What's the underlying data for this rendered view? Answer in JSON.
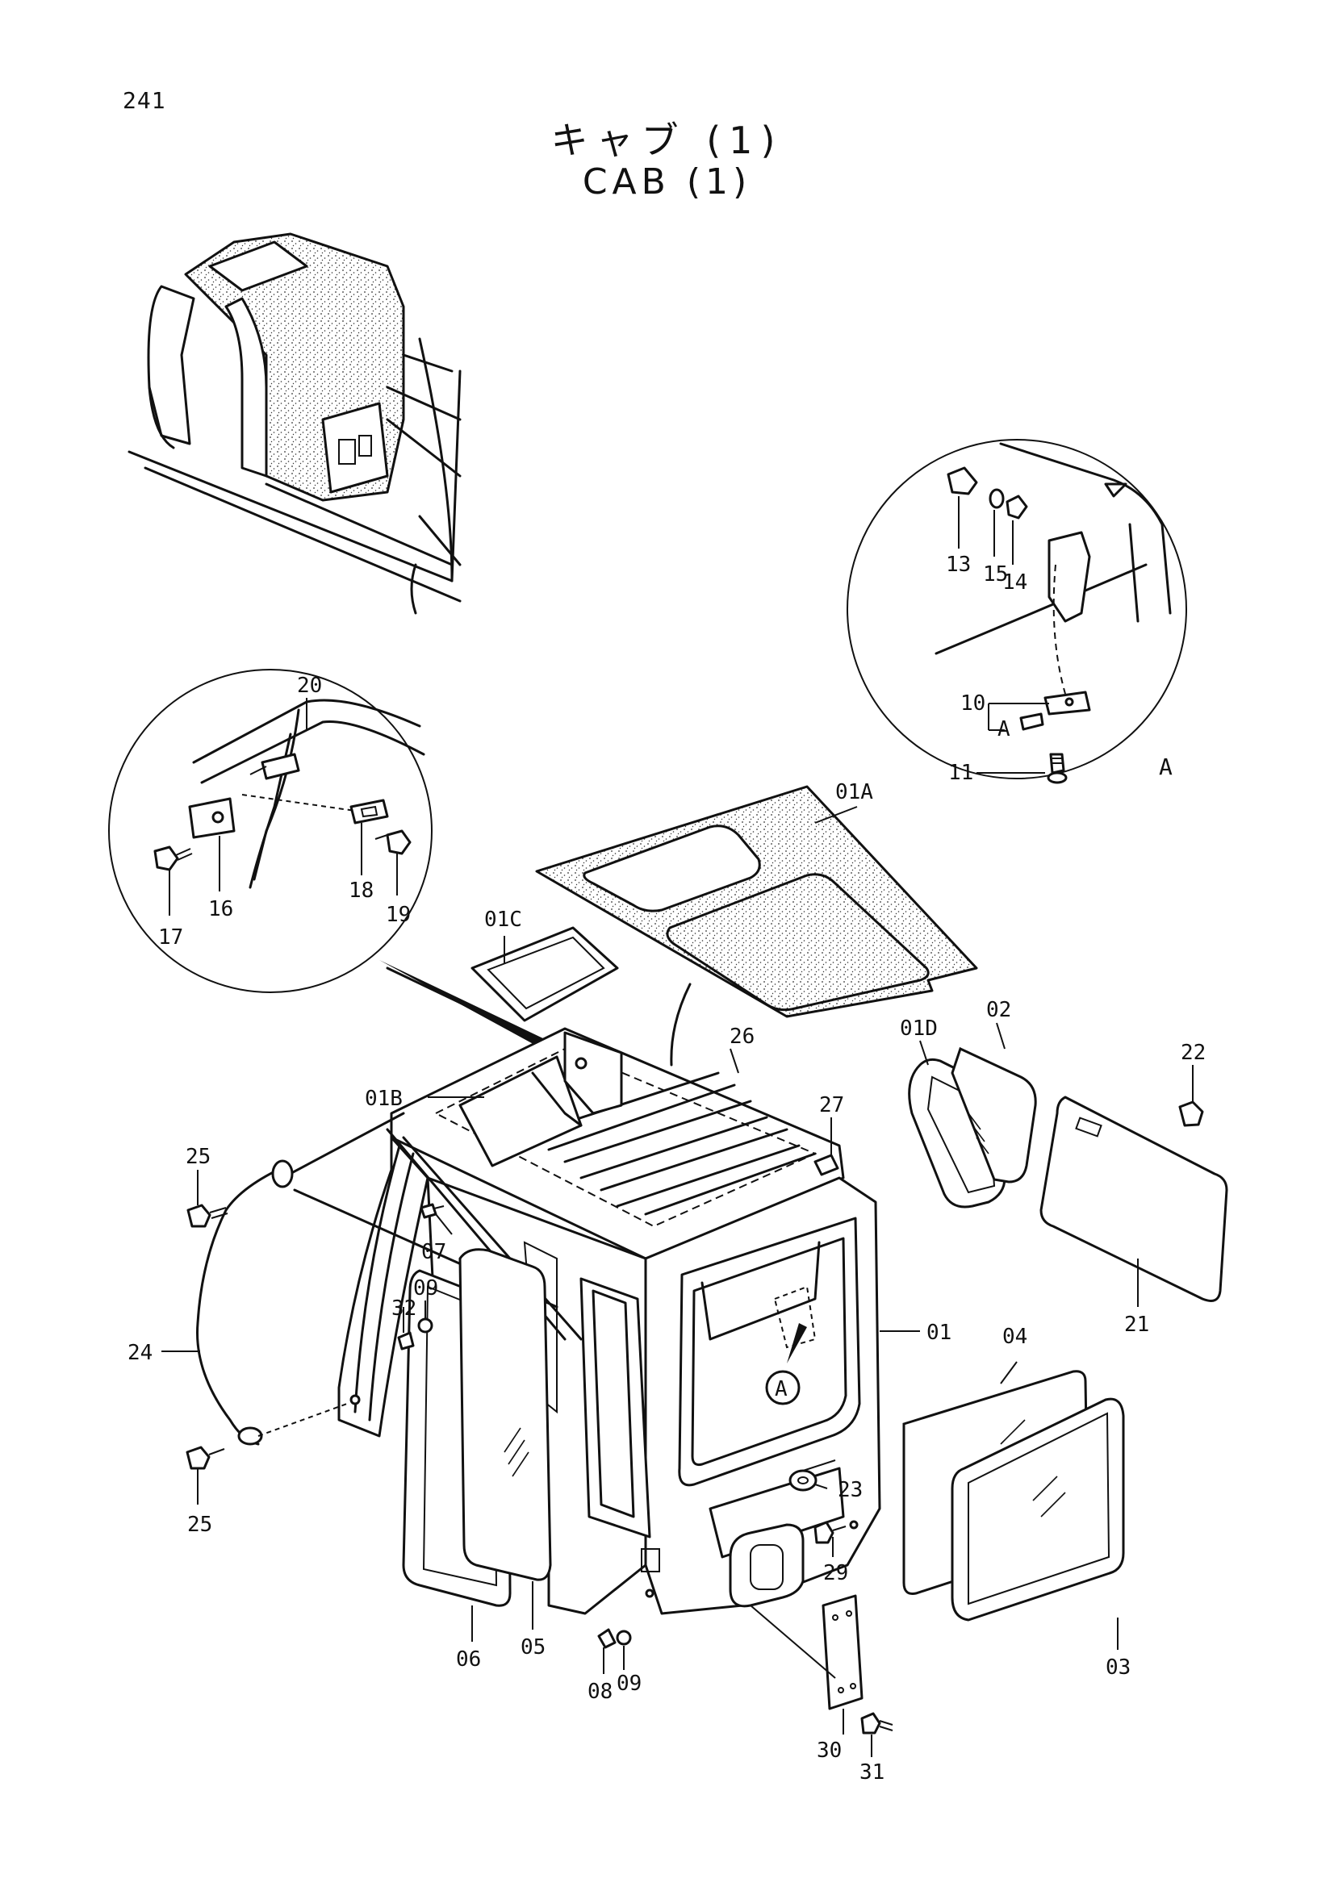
{
  "page_number": "241",
  "title_ja": "キャブ (1)",
  "title_en": "CAB (1)",
  "callouts": {
    "p01": "01",
    "p01A": "01A",
    "p01B": "01B",
    "p01C": "01C",
    "p01D": "01D",
    "p02": "02",
    "p03": "03",
    "p04": "04",
    "p05": "05",
    "p06": "06",
    "p07": "07",
    "p08": "08",
    "p09a": "09",
    "p09b": "09",
    "p10": "10",
    "p11": "11",
    "p13": "13",
    "p14": "14",
    "p15": "15",
    "p16": "16",
    "p17": "17",
    "p18": "18",
    "p19": "19",
    "p20": "20",
    "p21": "21",
    "p22": "22",
    "p23": "23",
    "p24": "24",
    "p25a": "25",
    "p25b": "25",
    "p26": "26",
    "p27": "27",
    "p29": "29",
    "p30": "30",
    "p31": "31",
    "p32": "32"
  },
  "detail_marks": {
    "circle_a_mark": "A",
    "detail_a_label": "A",
    "detail_a_sub": "A"
  }
}
